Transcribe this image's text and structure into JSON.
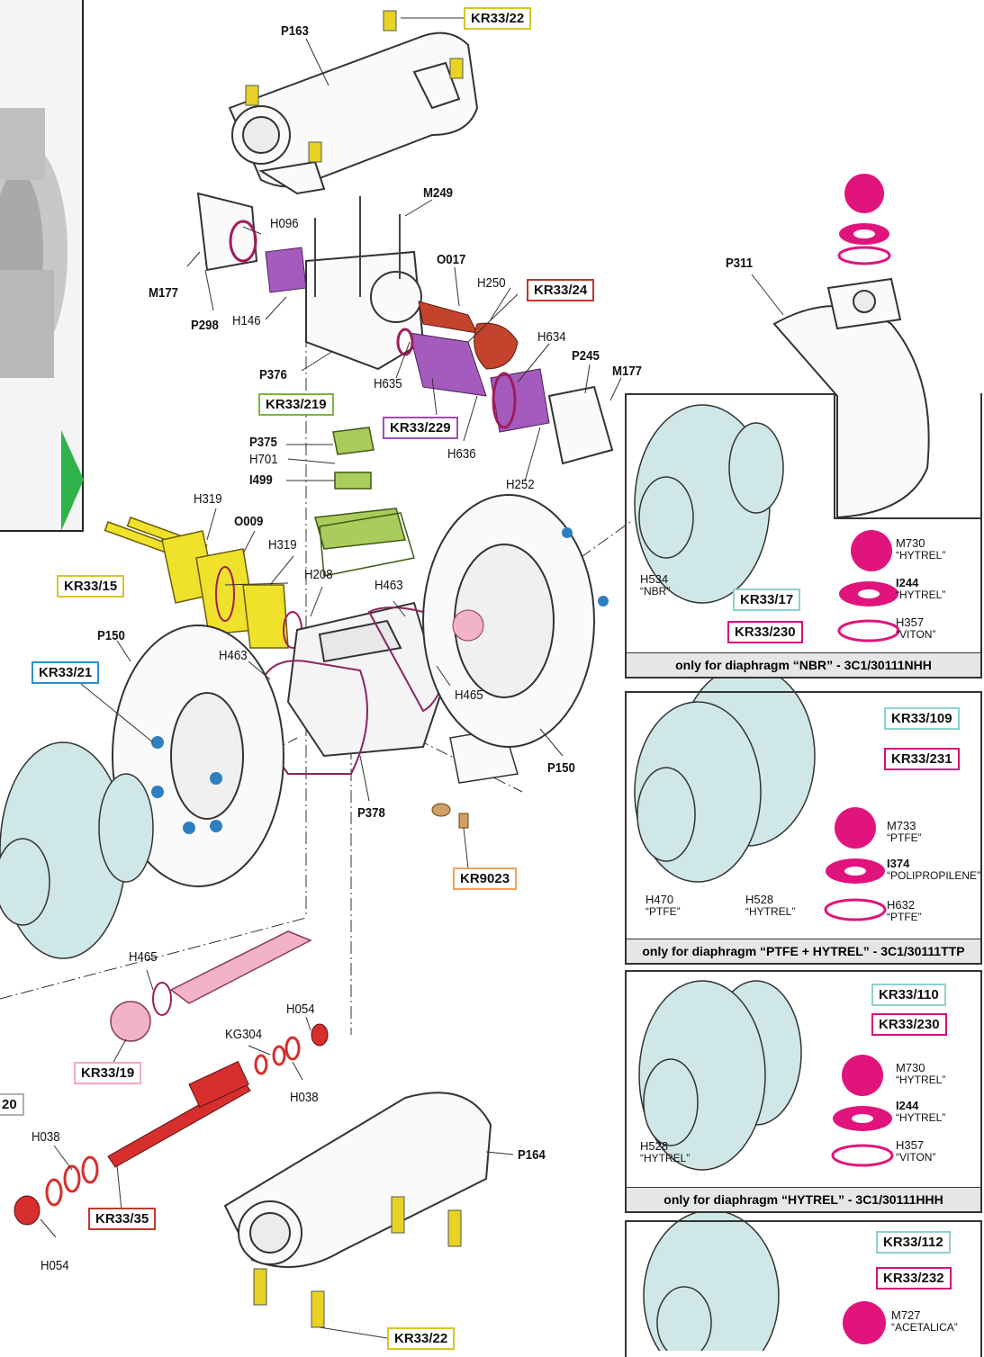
{
  "colors": {
    "yellow_box": "#d9c526",
    "red_box": "#c0392b",
    "purple_box": "#a04db0",
    "green_box": "#7fb53a",
    "blue_box": "#2e8fc9",
    "teal_box": "#8fd0cc",
    "magenta_box": "#d6107a",
    "pink_box": "#f2a6c9",
    "orange_box": "#f0a060",
    "neutral_box": "#b0b0b0"
  },
  "callouts": {
    "kr33_22_top": "KR33/22",
    "kr33_24": "KR33/24",
    "kr33_219": "KR33/219",
    "kr33_229": "KR33/229",
    "kr33_15": "KR33/15",
    "kr33_21": "KR33/21",
    "kr9023": "KR9023",
    "kr33_19": "KR33/19",
    "kr33_35": "KR33/35",
    "kr33_22_bottom": "KR33/22",
    "edge_20": "20"
  },
  "parts": {
    "p163": "P163",
    "m249": "M249",
    "h096": "H096",
    "m177_left": "M177",
    "p298": "P298",
    "h146": "H146",
    "p376": "P376",
    "o017": "O017",
    "h250": "H250",
    "h634": "H634",
    "p245": "P245",
    "m177_right": "M177",
    "h635": "H635",
    "h636": "H636",
    "h252": "H252",
    "p375": "P375",
    "h701": "H701",
    "i499": "I499",
    "h319_a": "H319",
    "o009": "O009",
    "h319_b": "H319",
    "h208": "H208",
    "h463_a": "H463",
    "h463_b": "H463",
    "p150_left": "P150",
    "p150_right": "P150",
    "h465_a": "H465",
    "p378": "P378",
    "h465_b": "H465",
    "h054_a": "H054",
    "kg304": "KG304",
    "h038_a": "H038",
    "h038_b": "H038",
    "h054_b": "H054",
    "p164": "P164",
    "p311": "P311"
  },
  "panel1": {
    "footer": "only for diaphragm “NBR” - 3C1/30111NHH",
    "kit_a": "KR33/17",
    "kit_b": "KR33/230",
    "m730": "M730",
    "m730_q": "“HYTREL”",
    "i244": "I244",
    "i244_q": "“HYTREL”",
    "h357": "H357",
    "h357_q": "“VITON”",
    "h534": "H534",
    "h534_q": "“NBR”"
  },
  "panel2": {
    "footer": "only for diaphragm “PTFE + HYTREL” - 3C1/30111TTP",
    "kit_a": "KR33/109",
    "kit_b": "KR33/231",
    "m733": "M733",
    "m733_q": "“PTFE”",
    "i374": "I374",
    "i374_q": "“POLIPROPILENE”",
    "h632": "H632",
    "h632_q": "“PTFE”",
    "h470": "H470",
    "h470_q": "“PTFE”",
    "h528": "H528",
    "h528_q": "“HYTREL”"
  },
  "panel3": {
    "footer": "only for diaphragm “HYTREL” - 3C1/30111HHH",
    "kit_a": "KR33/110",
    "kit_b": "KR33/230",
    "m730": "M730",
    "m730_q": "“HYTREL”",
    "i244": "I244",
    "i244_q": "“HYTREL”",
    "h357": "H357",
    "h357_q": "“VITON”",
    "h528": "H528",
    "h528_q": "“HYTREL”"
  },
  "panel4": {
    "kit_a": "KR33/112",
    "kit_b": "KR33/232",
    "m727": "M727",
    "m727_q": "“ACETALICA”"
  }
}
